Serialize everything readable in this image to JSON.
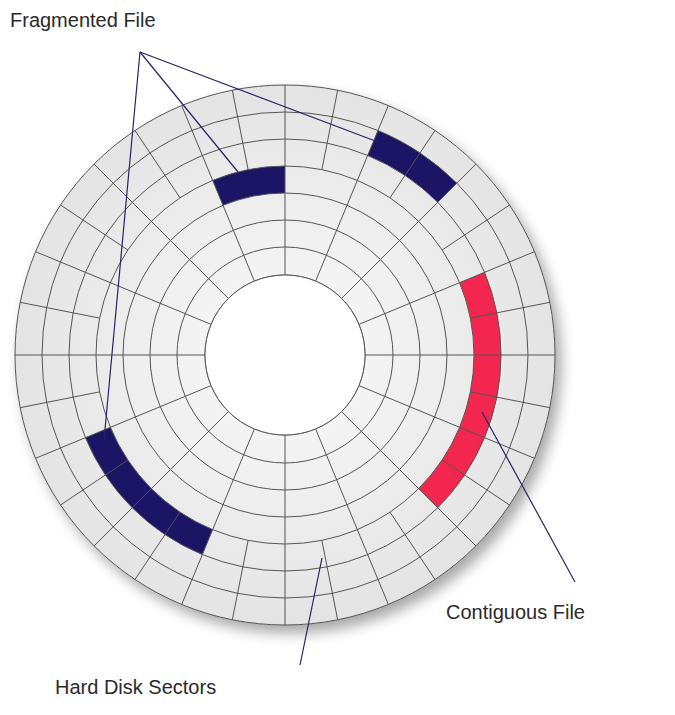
{
  "diagram": {
    "labels": [
      "Fragmented File",
      "Contiguous File",
      "Hard Disk Sectors"
    ]
  }
}
